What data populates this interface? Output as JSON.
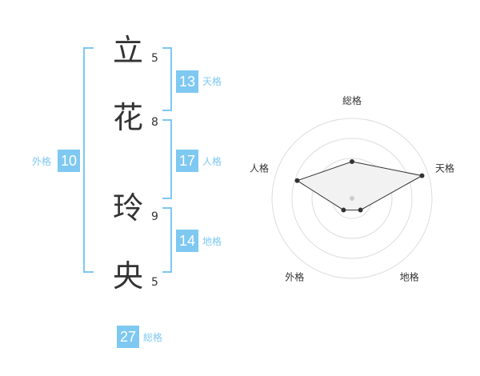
{
  "colors": {
    "accent": "#7ec8f2",
    "text": "#333333"
  },
  "name": [
    {
      "char": "立",
      "strokes": "5"
    },
    {
      "char": "花",
      "strokes": "8"
    },
    {
      "char": "玲",
      "strokes": "9"
    },
    {
      "char": "央",
      "strokes": "5"
    }
  ],
  "kakusu": {
    "tenkaku": {
      "value": "13",
      "label": "天格"
    },
    "jinkaku": {
      "value": "17",
      "label": "人格"
    },
    "chikaku": {
      "value": "14",
      "label": "地格"
    },
    "gaikaku": {
      "value": "10",
      "label": "外格"
    },
    "soukaku": {
      "value": "27",
      "label": "総格"
    }
  },
  "chart_data": {
    "type": "radar",
    "axes": [
      "総格",
      "天格",
      "地格",
      "外格",
      "人格"
    ],
    "values": [
      2.3,
      4.6,
      0.9,
      0.9,
      3.6
    ],
    "range": [
      0,
      5
    ],
    "rings": 4
  }
}
